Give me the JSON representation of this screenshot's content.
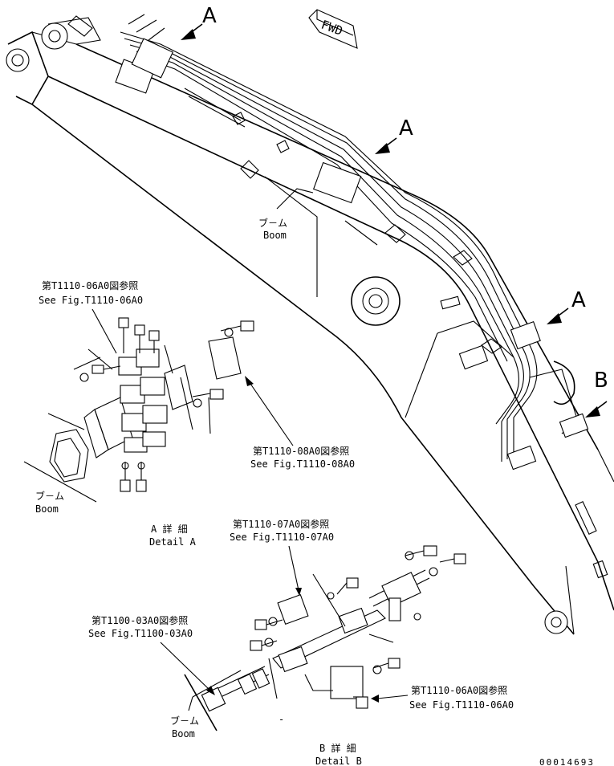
{
  "fwd": "FWD",
  "view_a": "A",
  "view_b": "B",
  "boom_jp": "ブ－ム",
  "boom_en": "Boom",
  "detail_a": {
    "jp": "A 詳 細",
    "en": "Detail A"
  },
  "detail_b": {
    "jp": "B 詳 細",
    "en": "Detail B"
  },
  "refs": {
    "r1_jp": "第T1110-06A0図参照",
    "r1_en": "See Fig.T1110-06A0",
    "r2_jp": "第T1110-08A0図参照",
    "r2_en": "See Fig.T1110-08A0",
    "r3_jp": "第T1110-07A0図参照",
    "r3_en": "See Fig.T1110-07A0",
    "r4_jp": "第T1100-03A0図参照",
    "r4_en": "See Fig.T1100-03A0",
    "r5_jp": "第T1110-06A0図参照",
    "r5_en": "See Fig.T1110-06A0"
  },
  "dash": "-",
  "drawing_number": "00014693"
}
